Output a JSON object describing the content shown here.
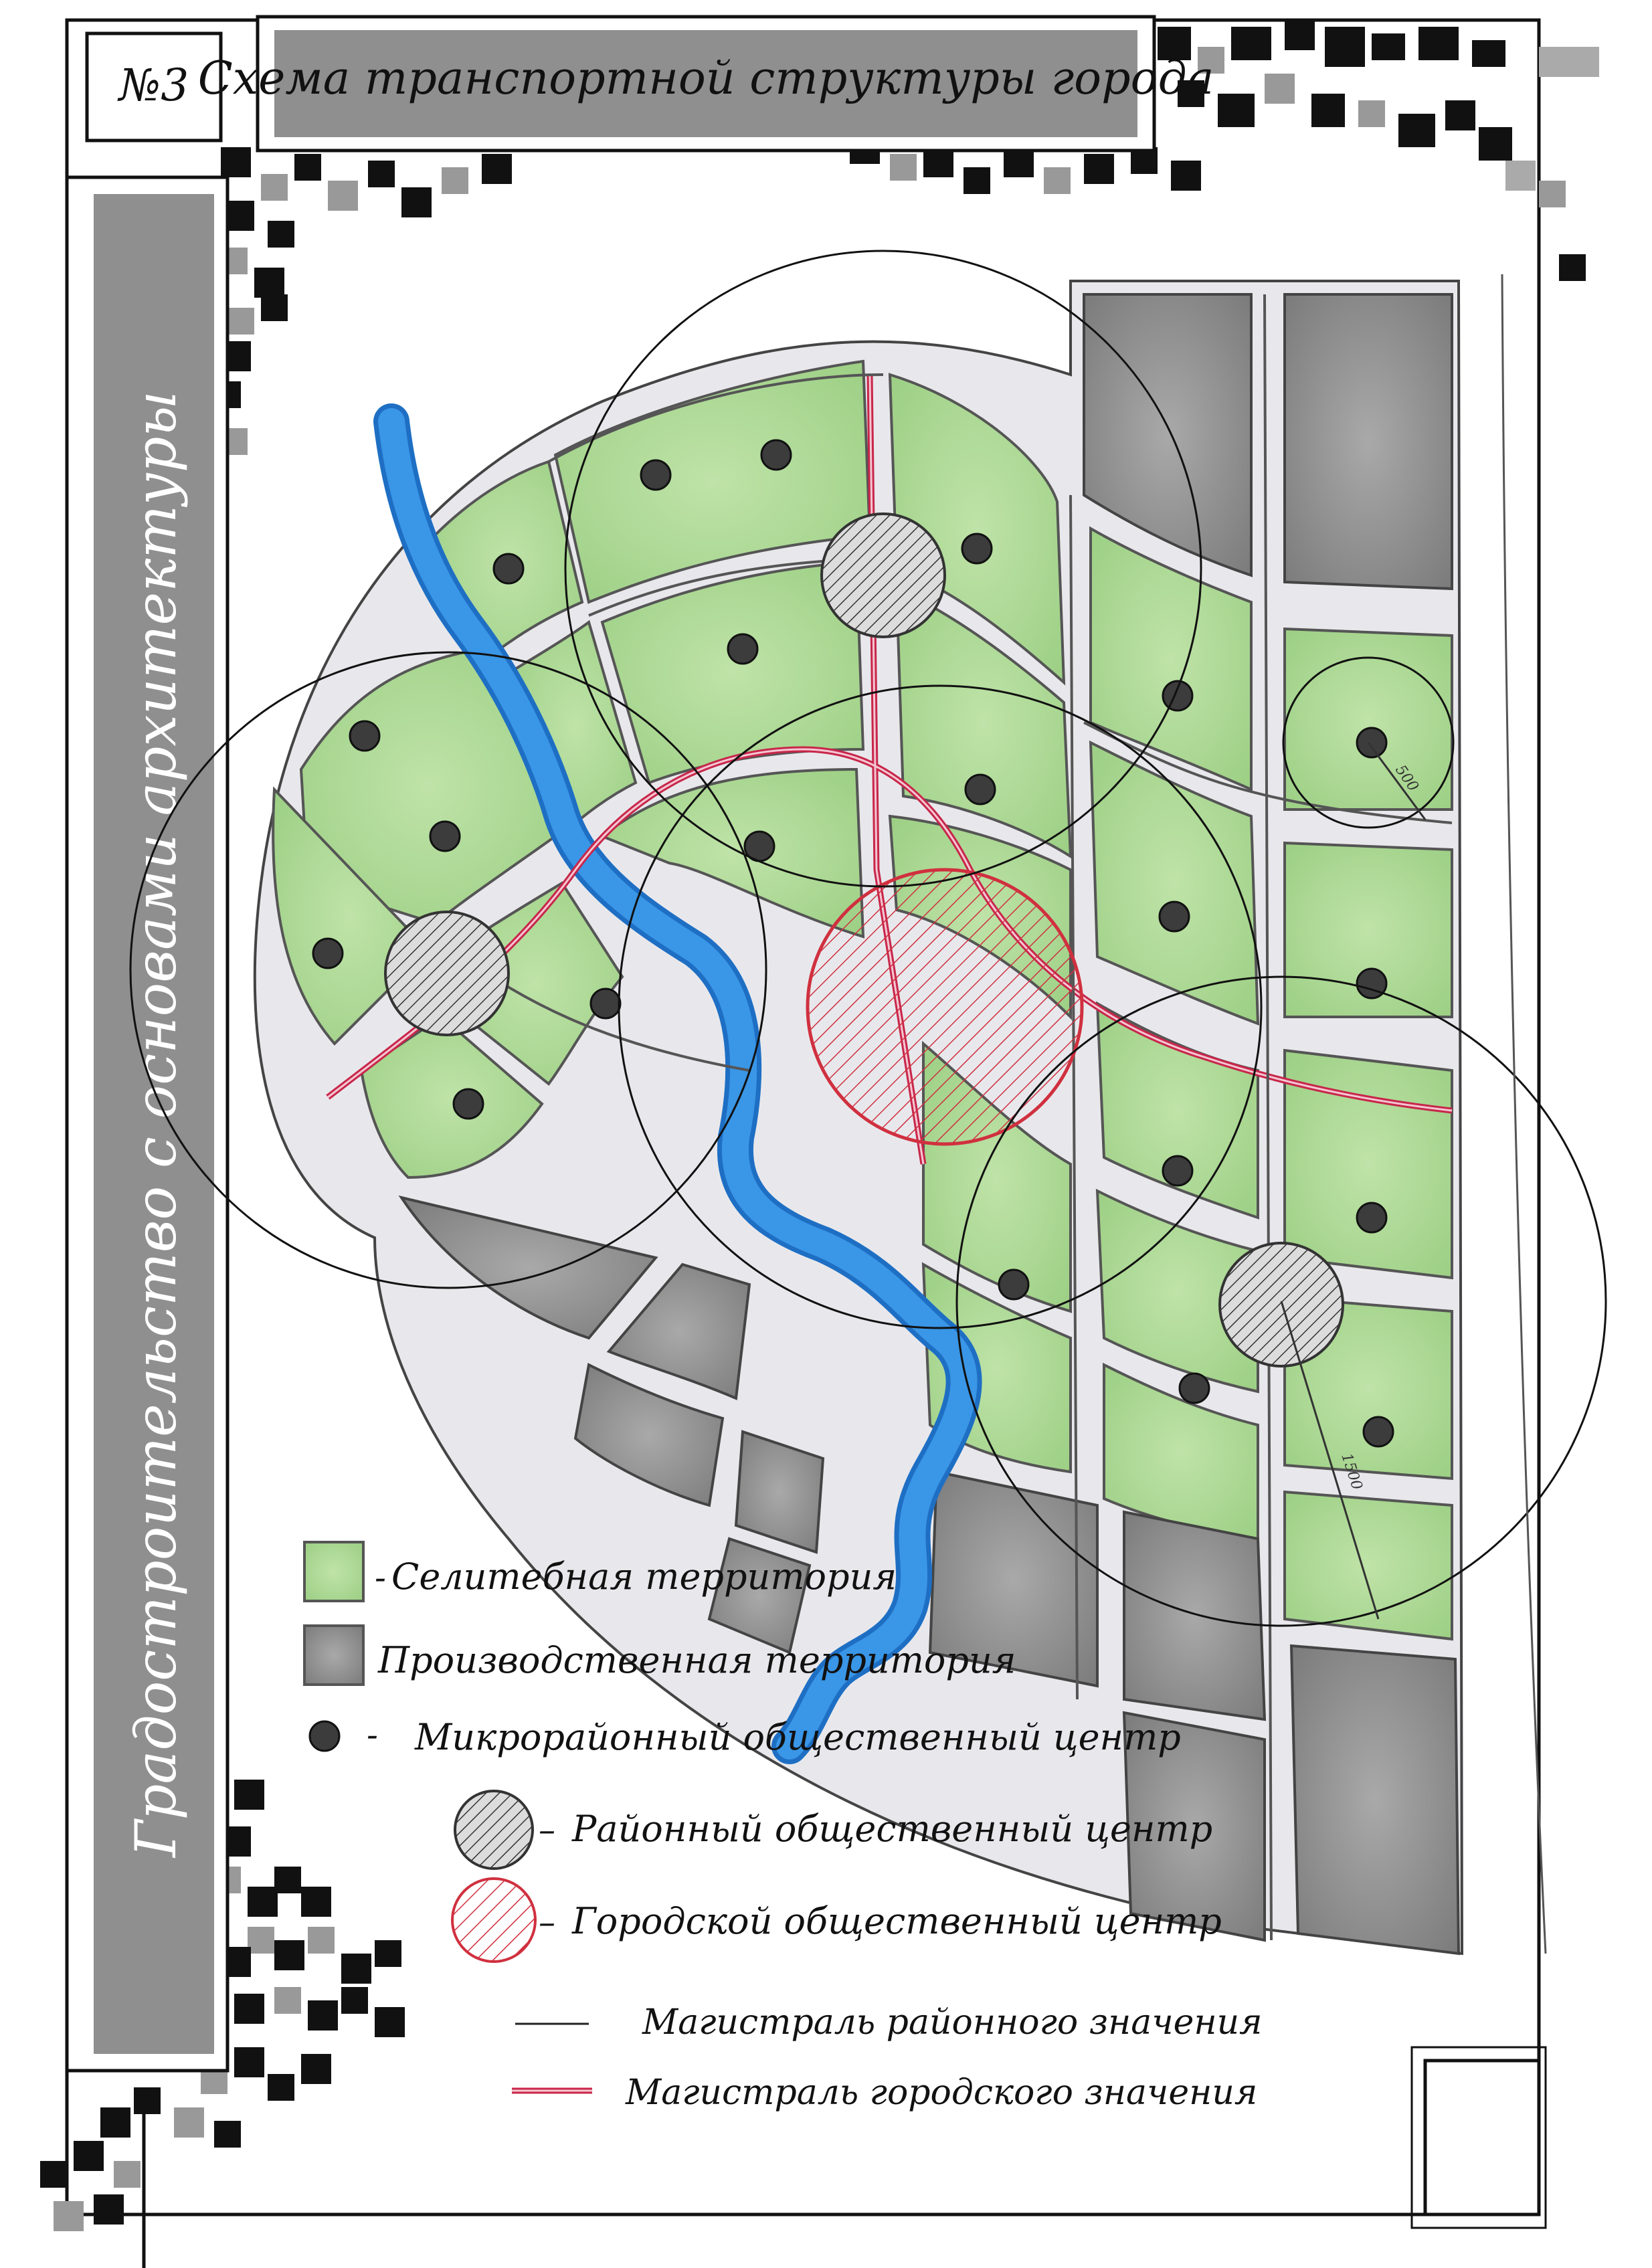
{
  "header": {
    "sheet_number": "№3",
    "title": "Схема транспортной структуры города"
  },
  "sidebar": {
    "course_title": "Градостроительство с основами архитектуры"
  },
  "map": {
    "radius_labels": {
      "small": "500",
      "large": "1500"
    }
  },
  "legend": {
    "items": [
      {
        "symbol": "residential-swatch",
        "label": "Селитебная территория",
        "prefix": "-",
        "color": "#a8d690"
      },
      {
        "symbol": "industrial-swatch",
        "label": "Производственная территория",
        "prefix": "",
        "color": "#8e8e8e"
      },
      {
        "symbol": "microdistrict-dot",
        "label": "Микрорайонный общественный центр",
        "prefix": "-",
        "color": "#3c3c3c"
      },
      {
        "symbol": "district-center-hatch",
        "label": "Районный общественный центр",
        "prefix": "–",
        "color": "#555555"
      },
      {
        "symbol": "city-center-hatch",
        "label": "Городской общественный центр",
        "prefix": "–",
        "color": "#d0303f"
      },
      {
        "symbol": "district-road-line",
        "label": "Магистраль районного значения",
        "prefix": "",
        "color": "#222222"
      },
      {
        "symbol": "city-road-line",
        "label": "Магистраль городского значения",
        "prefix": "",
        "color": "#c8264a"
      }
    ]
  },
  "colors": {
    "residential": "#a8d690",
    "industrial": "#8e8e8e",
    "river": "#3a96e6",
    "city_road": "#c8264a",
    "frame": "#111111",
    "banner": "#8f8f8f"
  }
}
